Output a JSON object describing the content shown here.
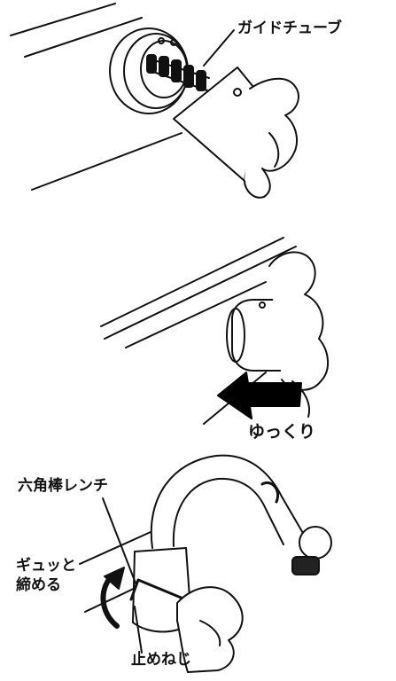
{
  "steps": [
    {
      "callout": "ガイドチューブ"
    },
    {
      "callout": "ゆっくり"
    },
    {
      "callouts": [
        "六角棒レンチ",
        "ギュッと",
        "締める",
        "止めねじ"
      ]
    }
  ],
  "colors": {
    "line": "#111111",
    "fill": "#ffffff",
    "arrow": "#000000"
  }
}
